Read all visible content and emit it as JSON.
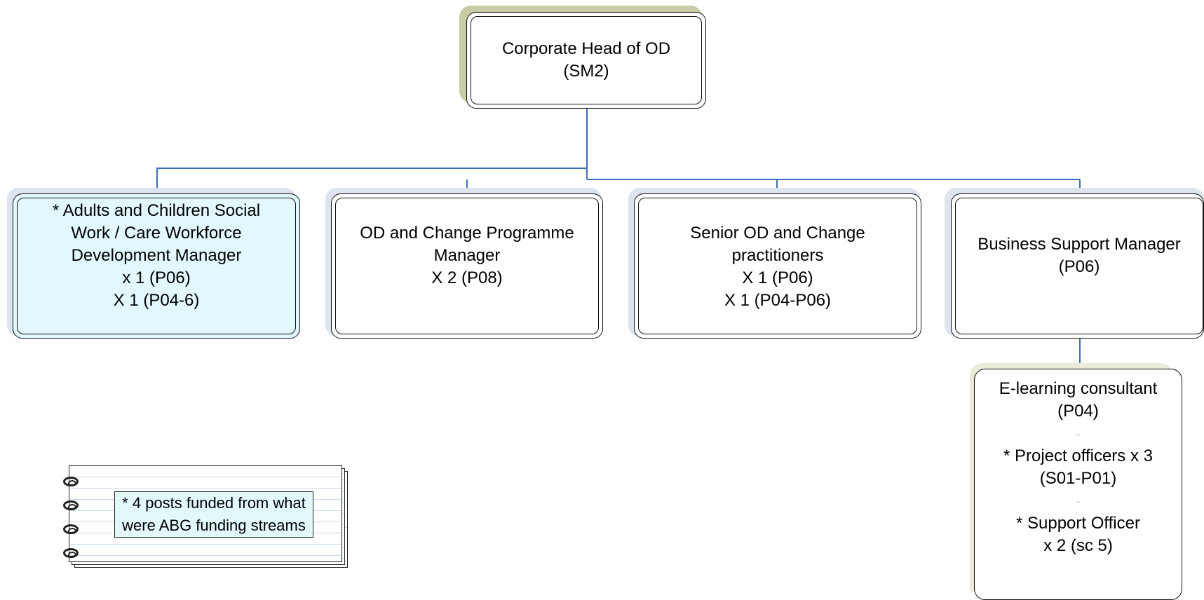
{
  "colors": {
    "connector": "#3f6fba",
    "box_border": "#111111",
    "top_shadow": "#c8cba4",
    "level2_shadow": "#dde4f0",
    "highlight_fill": "#e2f8fc",
    "bottom_shadow": "#ecebd9",
    "note_fill": "#e3f8fa"
  },
  "chart": {
    "top": {
      "lines": [
        "Corporate Head of OD",
        "(SM2)"
      ]
    },
    "level2": [
      {
        "id": "workforce-dev-manager",
        "lines": [
          "* Adults and Children Social",
          "Work / Care Workforce",
          "Development Manager",
          "x 1 (P06)",
          "X 1 (P04-6)"
        ]
      },
      {
        "id": "od-change-programme-manager",
        "lines": [
          "OD and Change Programme",
          "Manager",
          "X 2 (P08)"
        ]
      },
      {
        "id": "senior-od-change-practitioners",
        "lines": [
          "Senior OD and Change",
          "practitioners",
          "X 1 (P06)",
          "X 1 (P04-P06)"
        ]
      },
      {
        "id": "business-support-manager",
        "lines": [
          "Business Support  Manager",
          "(P06)"
        ]
      }
    ],
    "level3": {
      "groups": [
        [
          "E-learning consultant",
          "(P04)"
        ],
        [
          "* Project officers x 3",
          "(S01-P01)"
        ],
        [
          "* Support Officer",
          "x 2 (sc 5)"
        ]
      ],
      "separator": ".."
    }
  },
  "note": {
    "lines": [
      "* 4 posts funded from what",
      "were ABG funding streams"
    ]
  }
}
